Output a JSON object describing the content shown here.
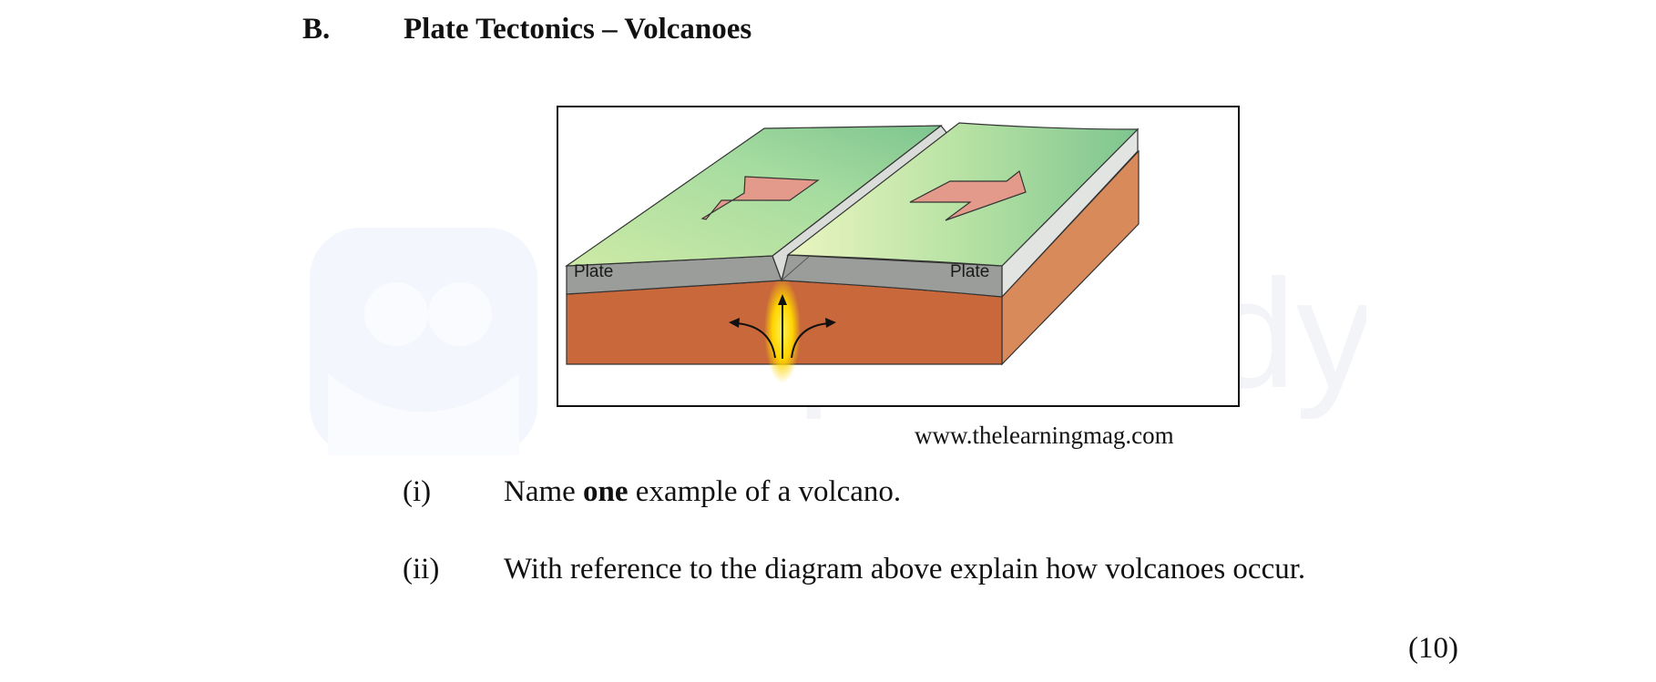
{
  "section": {
    "letter": "B.",
    "title": "Plate Tectonics – Volcanoes"
  },
  "diagram": {
    "left_plate_label": "Plate",
    "right_plate_label": "Plate",
    "source": "www.thelearningmag.com",
    "colors": {
      "plate_surface": "#8fcf95",
      "plate_surface_light": "#e4f3bf",
      "plate_edge": "#9a9d99",
      "mantle": "#c9683a",
      "arrow_fill": "#e39a8a",
      "magma": "#ffe000"
    }
  },
  "questions": [
    {
      "number": "(i)",
      "text_before": "Name ",
      "text_bold": "one",
      "text_after": " example of a volcano."
    },
    {
      "number": "(ii)",
      "text_before": "With reference to the diagram above explain how volcanoes occur.",
      "text_bold": "",
      "text_after": ""
    }
  ],
  "marks": "(10)",
  "watermark": {
    "text": "simplestudy"
  }
}
